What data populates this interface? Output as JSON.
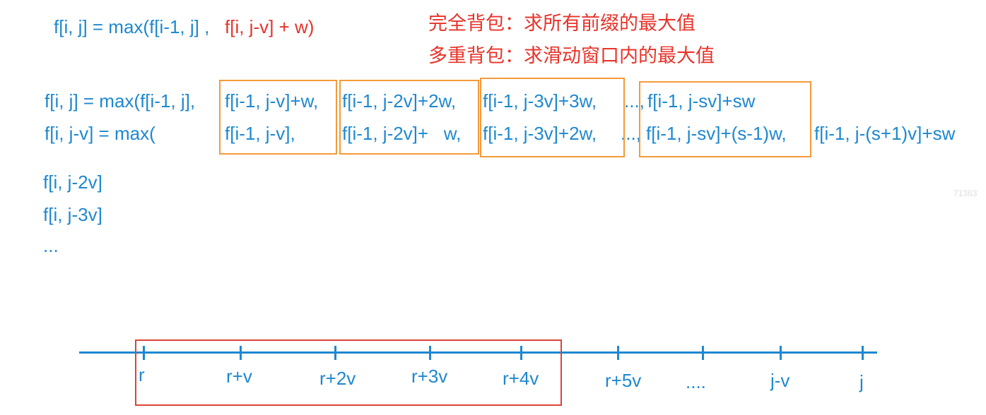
{
  "formula_top": {
    "blue_part": "f[i, j] = max(f[i-1, j] ,",
    "red_part": "f[i, j-v] + w)"
  },
  "notes": {
    "complete_knapsack": "完全背包：求所有前缀的最大值",
    "multiple_knapsack": "多重背包：求滑动窗口内的最大值"
  },
  "row1": {
    "lhs": "f[i, j] = max(f[i-1, j],",
    "t1": "f[i-1, j-v]+w,",
    "t2": "f[i-1, j-2v]+2w,",
    "t3": "f[i-1, j-3v]+3w,",
    "ellipsis": "...,",
    "t4": "f[i-1, j-sv]+sw"
  },
  "row2": {
    "lhs": "f[i, j-v] = max(",
    "t1": "f[i-1, j-v],",
    "t2": "f[i-1, j-2v]+   w,",
    "t3": "f[i-1, j-3v]+2w,",
    "ellipsis": "...,",
    "t4": "f[i-1, j-sv]+(s-1)w,",
    "t5": "f[i-1, j-(s+1)v]+sw"
  },
  "list": {
    "item1": "f[i, j-2v]",
    "item2": "f[i, j-3v]",
    "item3": "..."
  },
  "watermark": "71363",
  "axis_labels": {
    "r": "r",
    "rv": "r+v",
    "r2v": "r+2v",
    "r3v": "r+3v",
    "r4v": "r+4v",
    "r5v": "r+5v",
    "dots": "....",
    "jv": "j-v",
    "j": "j"
  },
  "colors": {
    "text_blue": "#1e88d0",
    "text_red": "#e8332a",
    "box_orange": "#f39a3b",
    "box_red": "#d94436"
  }
}
